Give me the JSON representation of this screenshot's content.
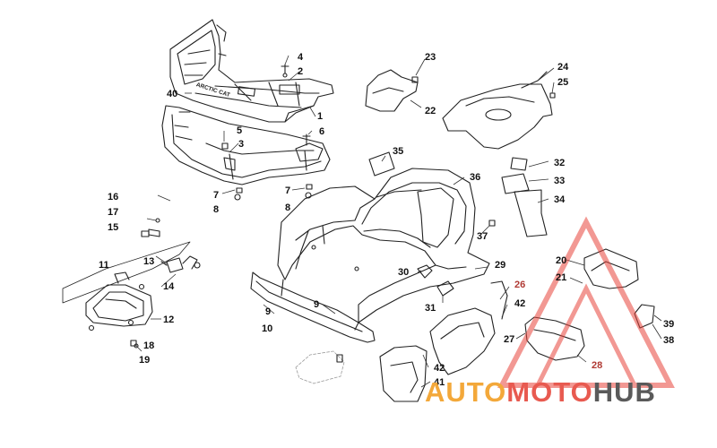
{
  "diagram": {
    "callouts": [
      "1",
      "2",
      "3",
      "4",
      "5",
      "6",
      "7",
      "7",
      "8",
      "8",
      "9",
      "9",
      "10",
      "11",
      "12",
      "13",
      "14",
      "15",
      "16",
      "17",
      "18",
      "19",
      "20",
      "21",
      "22",
      "23",
      "24",
      "25",
      "26",
      "27",
      "28",
      "29",
      "30",
      "31",
      "32",
      "33",
      "34",
      "35",
      "36",
      "37",
      "38",
      "39",
      "40",
      "41",
      "42",
      "42"
    ],
    "stamped_text": [
      "ARCTIC CAT"
    ]
  },
  "watermark": {
    "part1": "AUTO",
    "part2": "MOTO",
    "part3": "HUB",
    "colors": {
      "auto": "#f3a83a",
      "moto": "#e85a50",
      "hub": "#5a5a5a"
    }
  },
  "colors": {
    "line": "#222222",
    "watermark_red": "#e8453c"
  }
}
